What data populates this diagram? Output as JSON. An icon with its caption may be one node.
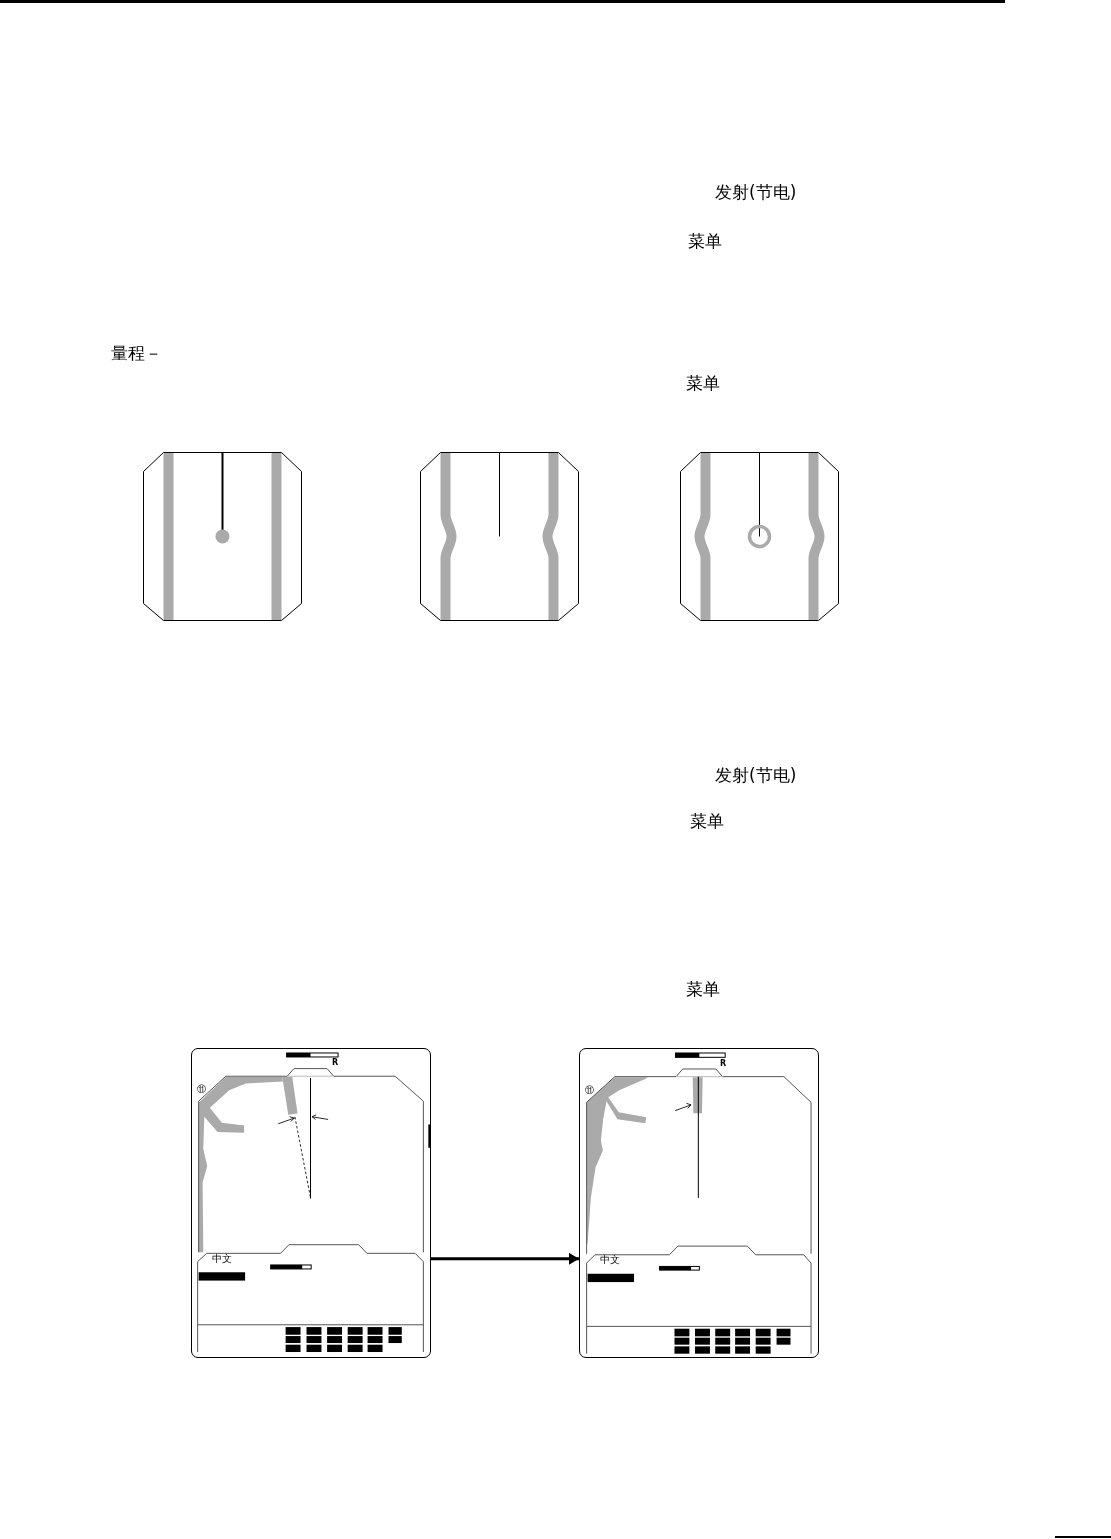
{
  "diagram": {
    "nodes": [
      {
        "text": [
          "R",
          "⑪",
          "中文"
        ]
      },
      {
        "text": [
          "R",
          "⑪",
          "中文"
        ]
      }
    ],
    "edges": [
      {
        "from": 0,
        "to": 1,
        "arrow": "to"
      }
    ],
    "labels": [
      "发射(节电)",
      "菜单",
      "量程－",
      "菜单",
      "发射(节电)",
      "菜单",
      "菜单"
    ]
  }
}
